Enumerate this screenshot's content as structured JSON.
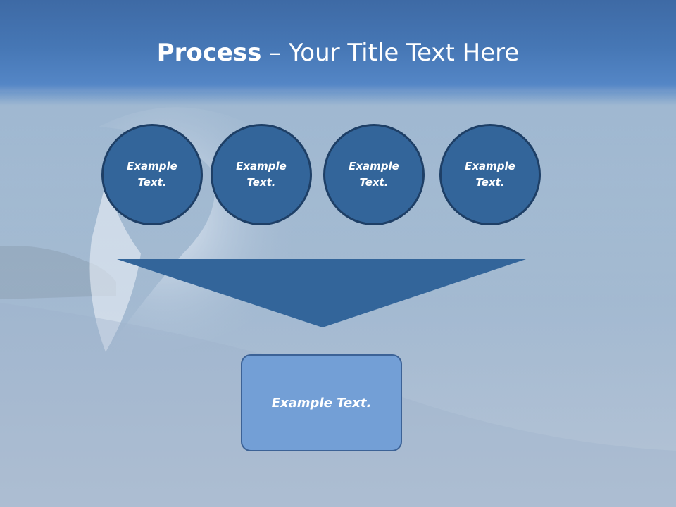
{
  "slide": {
    "title_bold": "Process",
    "title_rest": " – Your Title Text Here",
    "circles": [
      {
        "label": "Example Text."
      },
      {
        "label": "Example Text."
      },
      {
        "label": "Example Text."
      },
      {
        "label": "Example Text."
      }
    ],
    "result_label": "Example Text."
  },
  "colors": {
    "circle_fill": "#33659a",
    "circle_border": "#1e3f66",
    "funnel_fill": "#33659a",
    "result_fill": "#739fd6",
    "title_band": "#4677b5"
  }
}
